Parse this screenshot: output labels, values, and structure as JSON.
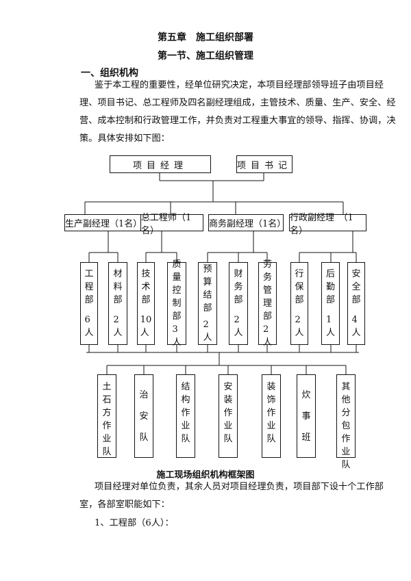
{
  "chapter_title": "第五章　施工组织部署",
  "section_title": "第一节、施工组织管理",
  "heading_1": "一、组织机构",
  "intro_lines": [
    "鉴于本工程的重要性，经单位研究决定，本项目经理部领导班子由项目经",
    "理、项目书记、总工程师及四名副经理组成，主管技术、质量、生产、安全、经",
    "营、成本控制和行政管理工作，并负责对工程重大事宜的领导、指挥、协调，决",
    "策。具体安排如下图："
  ],
  "org_chart": {
    "top": [
      "项目经理",
      "项目书记"
    ],
    "deputies": [
      "生产副经理（1名）",
      "总工程师（1名）",
      "商务副经理（1名）",
      "行政副经理　（1名）"
    ],
    "departments": [
      {
        "name": "工程部",
        "count": "6人"
      },
      {
        "name": "材料部",
        "count": "2人"
      },
      {
        "name": "技术部",
        "count": "10人"
      },
      {
        "name": "质量控制部",
        "count": "3人"
      },
      {
        "name": "预算结部",
        "count": "2人"
      },
      {
        "name": "财务部",
        "count": "2人"
      },
      {
        "name": "劳务管理部",
        "count": "2人"
      },
      {
        "name": "行保部",
        "count": "2人"
      },
      {
        "name": "后勤部",
        "count": "1人"
      },
      {
        "name": "安全部",
        "count": "4人"
      }
    ],
    "teams": [
      "土石方作业队",
      "治安队",
      "结构作业队",
      "安装作业队",
      "装饰作业队",
      "炊事班",
      "其他分包作业队"
    ]
  },
  "chart_caption": "施工现场组织机构框架图",
  "after_lines": [
    "项目经理对单位负责，其余人员对项目经理负责，项目部下设十个工作部",
    "室，各部室职能如下："
  ],
  "item_1": "1、工程部（6人）："
}
